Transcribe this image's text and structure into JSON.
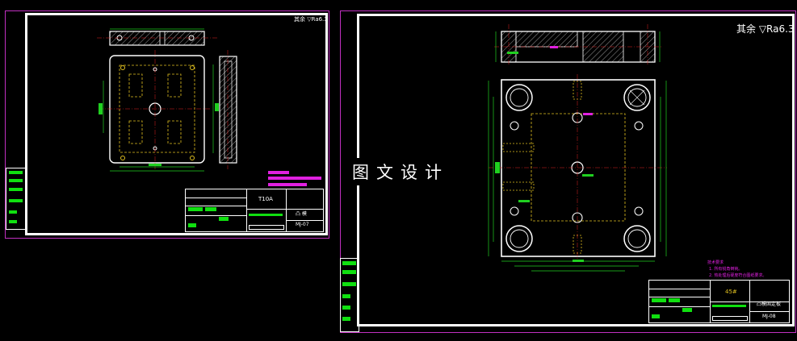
{
  "watermark": "图文设计",
  "colors": {
    "background": "#000000",
    "border_magenta": "#c030c0",
    "frame_white": "#ffffff",
    "part_outline": "#ffffff",
    "hidden_lines": "#e0c020",
    "center_lines": "#e02020",
    "dimensions": "#20d020",
    "title_block_fill": "#10e010",
    "leaders": "#e020e0"
  },
  "left_sheet": {
    "roughness_note": "其余 ▽Ra6.3",
    "title_block": {
      "material": "T10A",
      "part_name": "凸 模",
      "drawing_number": "MJ-07"
    }
  },
  "right_sheet": {
    "roughness_note": "其余 ▽Ra6.3",
    "tech_requirements": {
      "heading": "技术要求",
      "items": [
        "1. 所有锐角倒钝。",
        "2. 热处理后硬度符合图纸要求。"
      ]
    },
    "title_block": {
      "material": "45#",
      "part_name": "凸模固定板",
      "drawing_number": "MJ-08"
    }
  }
}
